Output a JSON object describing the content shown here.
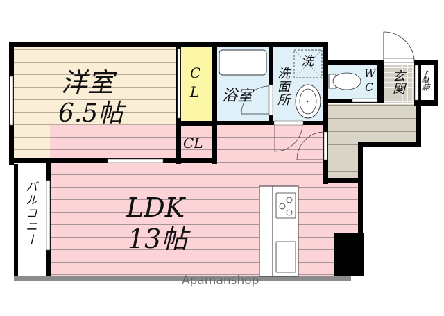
{
  "floorplan": {
    "colors": {
      "wall": "#000000",
      "western_room": "#fbeed6",
      "closet": "#fbf7a6",
      "ldk": "#fcd4d8",
      "wet_area": "#dff0f8",
      "entrance_hall": "#d8d5c6",
      "genkan_tile": "#d2cfc4",
      "floor_line": "#9a8f88",
      "balcony": "#ffffff",
      "base_shadow": "#8c8c8c"
    },
    "rooms": {
      "western": {
        "name": "洋室",
        "size": "6.5帖"
      },
      "closet_upper": {
        "line1": "C",
        "line2": "L"
      },
      "closet_lower": {
        "label": "CL"
      },
      "ldk": {
        "name": "LDK",
        "size": "13帖"
      },
      "bath": {
        "name": "浴室"
      },
      "washroom": {
        "name": "洗面所",
        "washer_label": "洗"
      },
      "toilet": {
        "line1": "W",
        "line2": "C"
      },
      "entrance": {
        "name": "玄関"
      },
      "shoe_box": {
        "name": "下駄箱"
      },
      "balcony": {
        "name": "バルコニー"
      }
    },
    "watermark": "Apamanshop"
  }
}
